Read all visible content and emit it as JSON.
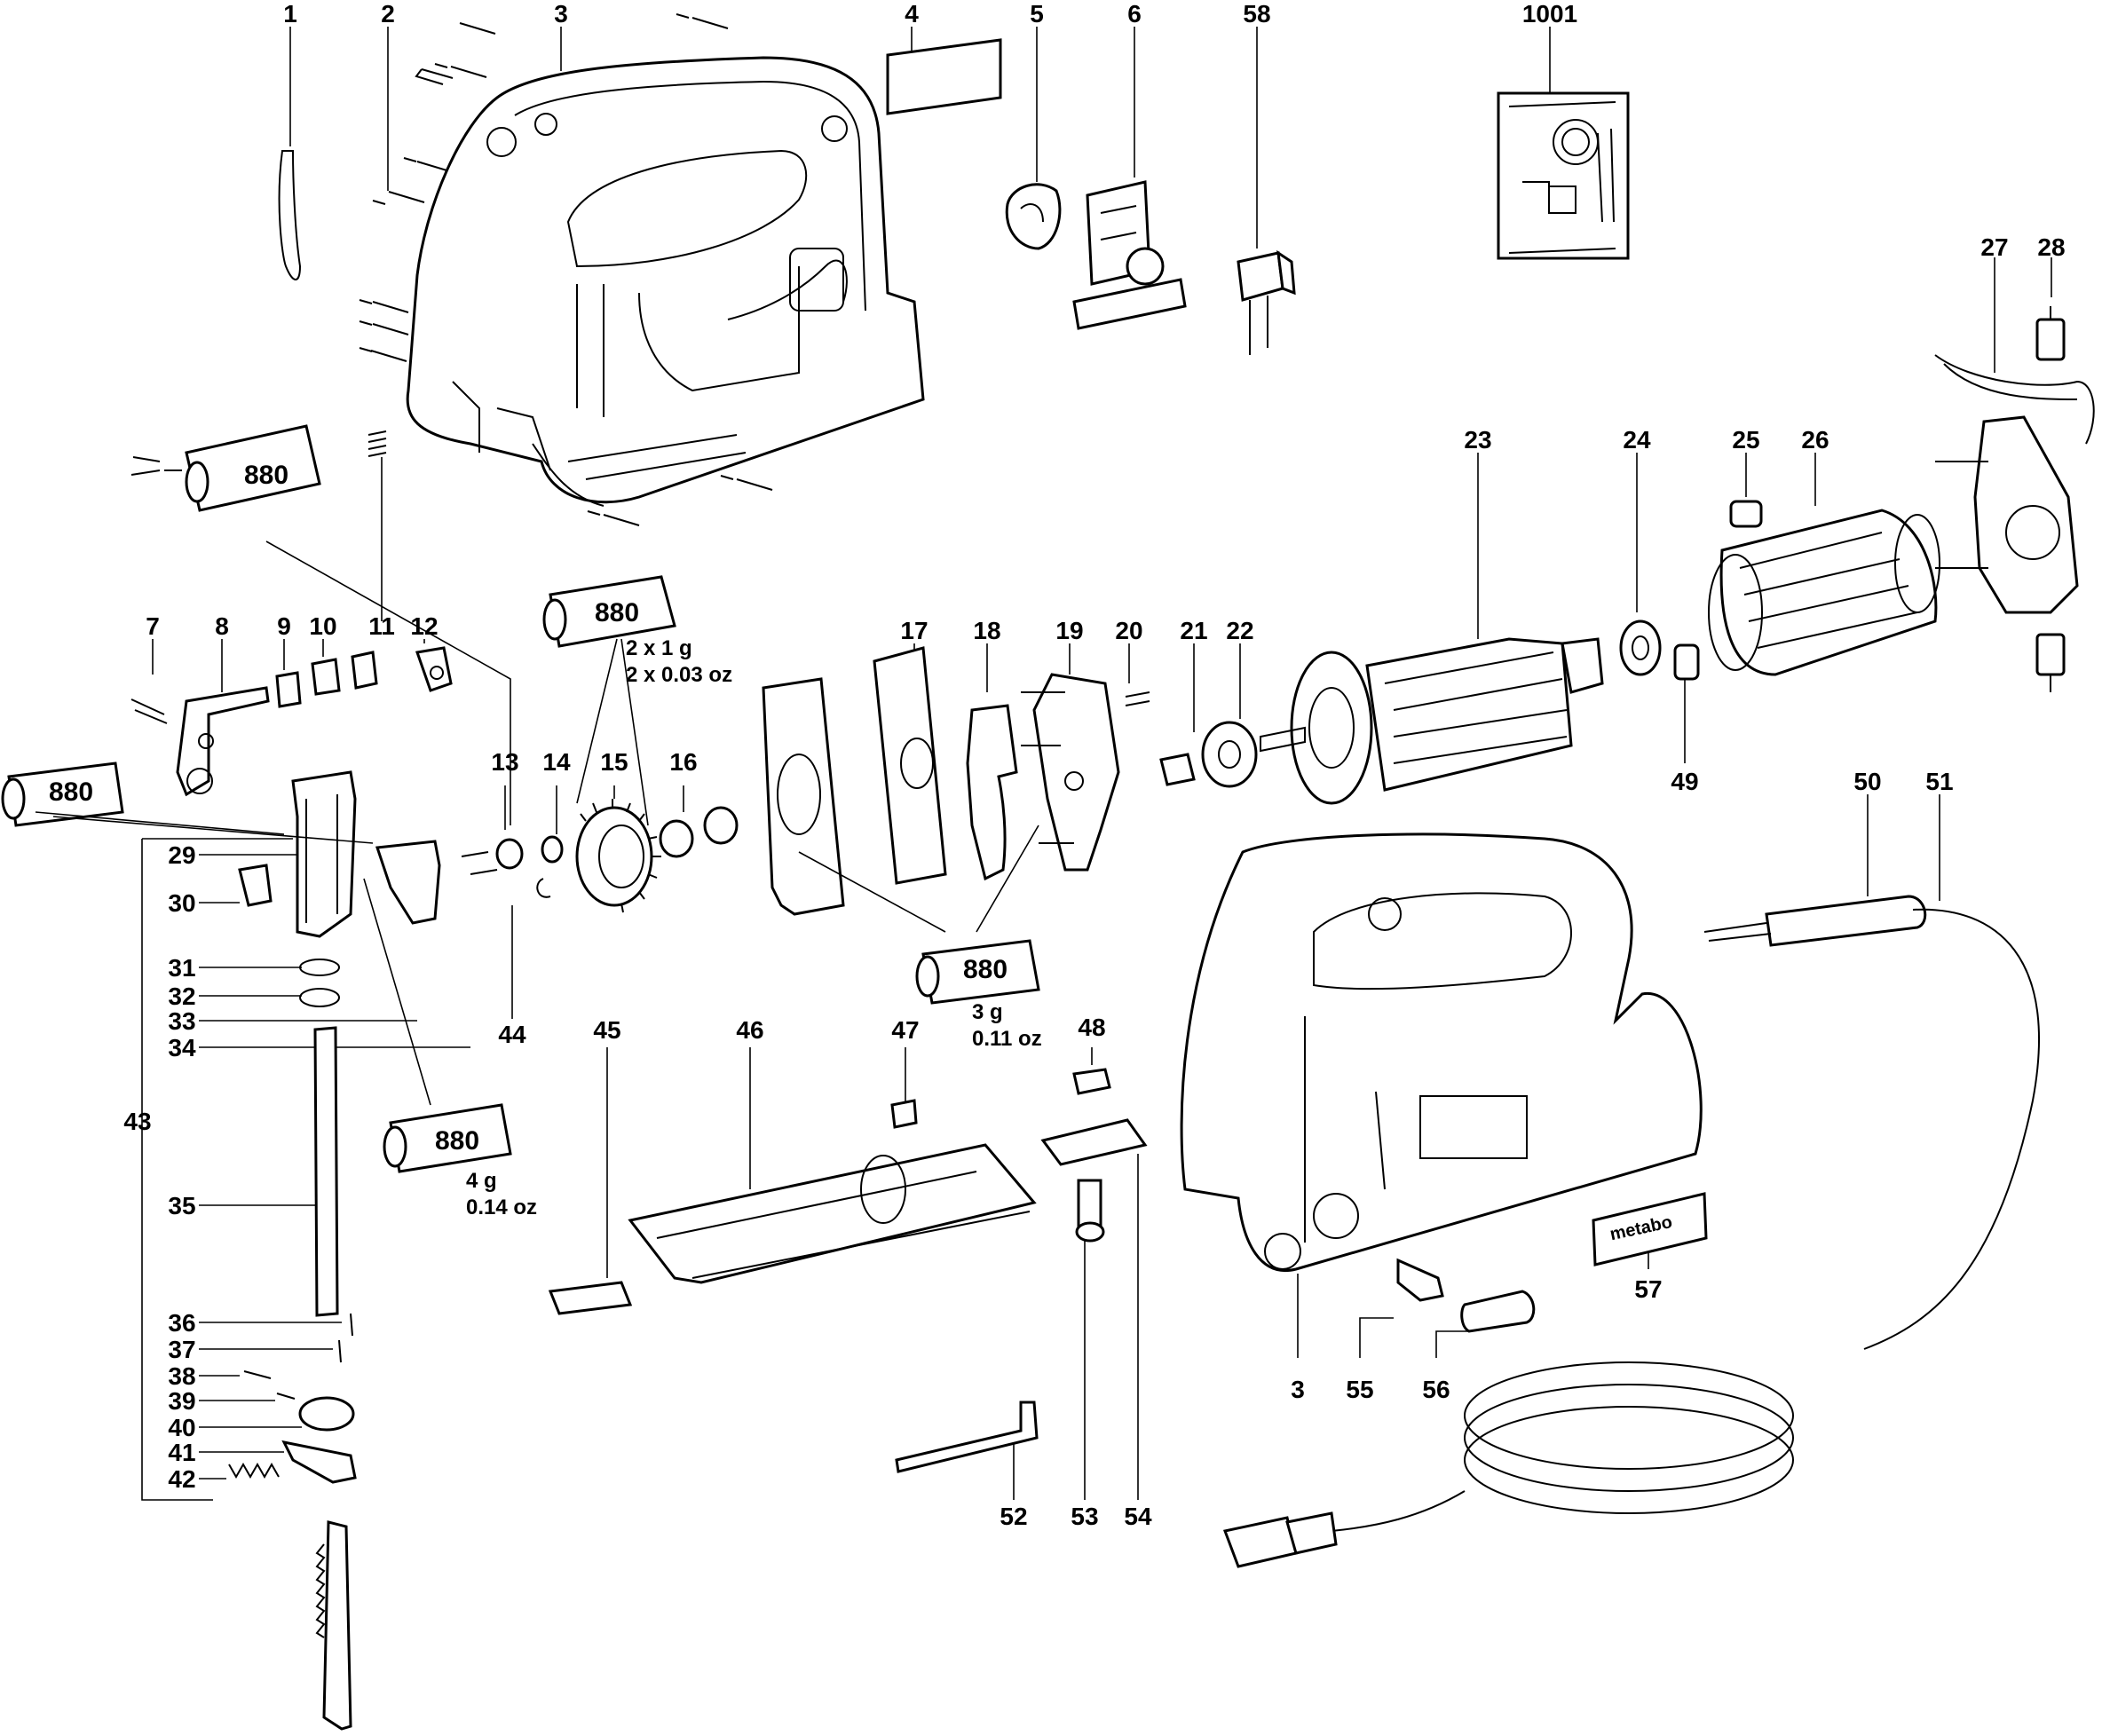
{
  "labels": {
    "p1": "1",
    "p2": "2",
    "p3": "3",
    "p4": "4",
    "p5": "5",
    "p6": "6",
    "p58": "58",
    "p1001": "1001",
    "p27": "27",
    "p28": "28",
    "p23": "23",
    "p24": "24",
    "p25": "25",
    "p26": "26",
    "p7": "7",
    "p8": "8",
    "p9": "9",
    "p10": "10",
    "p11": "11",
    "p12": "12",
    "p17": "17",
    "p18": "18",
    "p19": "19",
    "p20": "20",
    "p21": "21",
    "p22": "22",
    "p13": "13",
    "p14": "14",
    "p15": "15",
    "p16": "16",
    "p49": "49",
    "p50": "50",
    "p51": "51",
    "p29": "29",
    "p30": "30",
    "p31": "31",
    "p32": "32",
    "p33": "33",
    "p34": "34",
    "p43": "43",
    "p44": "44",
    "p45": "45",
    "p46": "46",
    "p47": "47",
    "p48": "48",
    "p35": "35",
    "p36": "36",
    "p37": "37",
    "p38": "38",
    "p39": "39",
    "p40": "40",
    "p41": "41",
    "p42": "42",
    "p52": "52",
    "p53": "53",
    "p54": "54",
    "p3b": "3",
    "p55": "55",
    "p56": "56",
    "p57": "57"
  },
  "grease_tubes": {
    "tube_a": "880",
    "tube_b": "880",
    "tube_c": "880",
    "tube_d": "880",
    "tube_e": "880"
  },
  "quantities": {
    "c_line1": "2 x 1 g",
    "c_line2": "2 x 0.03 oz",
    "d_line1": "3 g",
    "d_line2": "0.11 oz",
    "e_line1": "4 g",
    "e_line2": "0.14 oz"
  },
  "logo_text": "metabo"
}
